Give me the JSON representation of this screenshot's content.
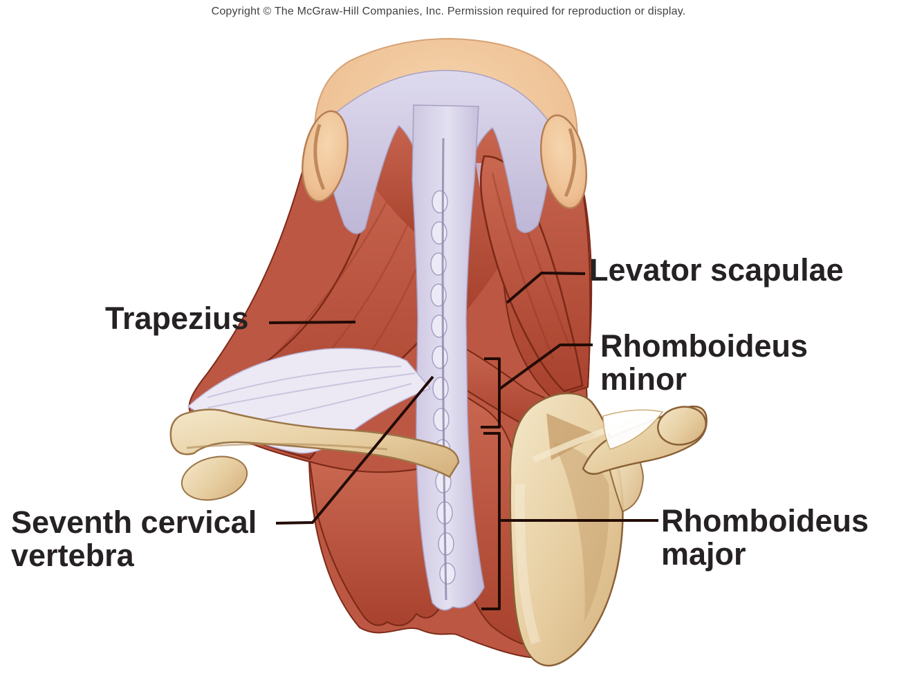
{
  "page": {
    "copyright": "Copyright © The McGraw-Hill Companies, Inc. Permission required for reproduction or display."
  },
  "figure": {
    "labels": {
      "trapezius": "Trapezius",
      "levator_scapulae": "Levator scapulae",
      "rhomboideus_minor": "Rhomboideus minor",
      "rhomboideus_major": "Rhomboideus major",
      "seventh_cervical_vertebra": "Seventh cervical vertebra"
    },
    "colors": {
      "background": "#ffffff",
      "muscle_red": "#bc5743",
      "muscle_red_dark": "#8e2f1e",
      "fascia_lavender": "#cfc9e2",
      "bone_beige": "#e9d3a8",
      "skin_tone": "#f0c49a",
      "label_text": "#262223",
      "leader_line": "#220b05",
      "copyright_text": "#414141"
    }
  }
}
